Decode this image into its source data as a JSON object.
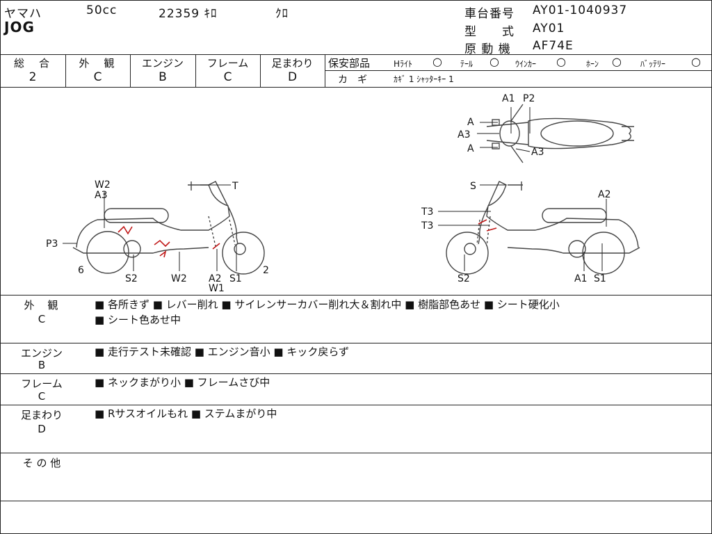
{
  "header": {
    "maker": "ヤマハ",
    "displacement": "50cc",
    "mileage": "22359 ｷﾛ",
    "color": "ｸﾛ",
    "model": "JOG",
    "frame_number_label": "車台番号",
    "frame_number": "AY01-1040937",
    "type_label": "型　　式",
    "type_value": "AY01",
    "engine_label": "原 動 機",
    "engine_value": "AF74E"
  },
  "grades": [
    {
      "label": "総　合",
      "value": "2"
    },
    {
      "label": "外　観",
      "value": "C"
    },
    {
      "label": "エンジン",
      "value": "B"
    },
    {
      "label": "フレーム",
      "value": "C"
    },
    {
      "label": "足まわり",
      "value": "D"
    }
  ],
  "safety": {
    "label": "保安部品",
    "items": [
      {
        "name": "Hﾗｲﾄ",
        "status": "○"
      },
      {
        "name": "ﾃｰﾙ",
        "status": "○"
      },
      {
        "name": "ｳｲﾝｶｰ",
        "status": "○"
      },
      {
        "name": "ﾎｰﾝ",
        "status": "○"
      },
      {
        "name": "ﾊﾞｯﾃﾘｰ",
        "status": "○"
      }
    ],
    "key_label": "カ　ギ",
    "key_value": "ｶｷﾞ 1 ｼｬｯﾀｰｷｰ 1"
  },
  "diagram": {
    "left": {
      "labels": [
        "W2",
        "A3",
        "T",
        "P3",
        "6",
        "S2",
        "W2",
        "A2",
        "W1",
        "S1",
        "2"
      ]
    },
    "right": {
      "labels": [
        "S",
        "A2",
        "T3",
        "T3",
        "S2",
        "A1",
        "S1"
      ]
    },
    "top": {
      "labels": [
        "A1",
        "P2",
        "A",
        "A3",
        "A",
        "A3"
      ]
    }
  },
  "sections": [
    {
      "title": "外　観",
      "grade": "C",
      "lines": [
        "■ 各所きず ■ レバー削れ ■ サイレンサーカバー削れ大＆割れ中 ■ 樹脂部色あせ ■ シート硬化小",
        "■ シート色あせ中"
      ]
    },
    {
      "title": "エンジン",
      "grade": "B",
      "lines": [
        "■ 走行テスト未確認 ■ エンジン音小 ■ キック戻らず"
      ]
    },
    {
      "title": "フレーム",
      "grade": "C",
      "lines": [
        "■ ネックまがり小 ■ フレームさび中"
      ]
    },
    {
      "title": "足まわり",
      "grade": "D",
      "lines": [
        "■ Rサスオイルもれ ■ ステムまがり中"
      ]
    },
    {
      "title": "そ の 他",
      "grade": "",
      "lines": []
    }
  ]
}
